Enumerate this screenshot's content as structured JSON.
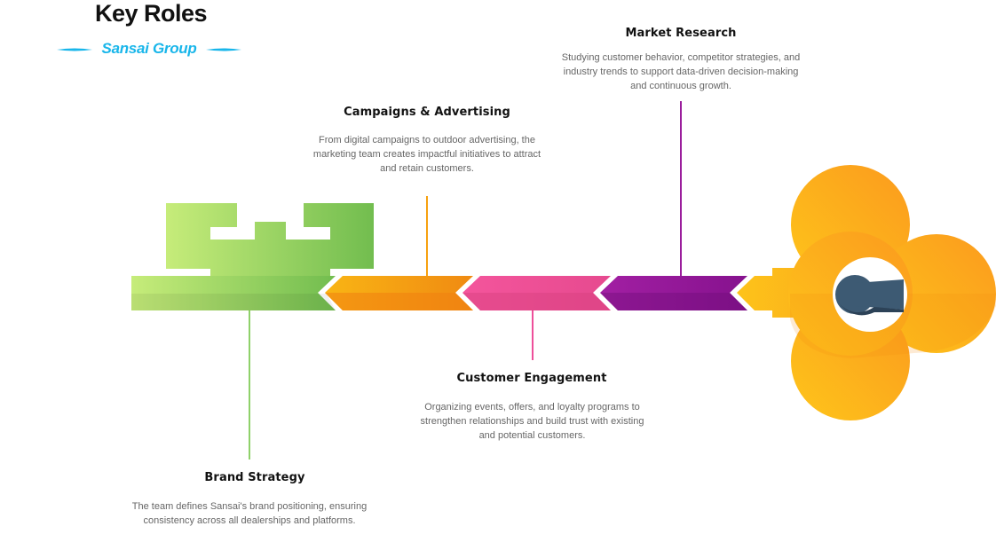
{
  "header": {
    "title": "Key Roles",
    "subtitle": "Sansai Group"
  },
  "roles": [
    {
      "title": "Brand Strategy",
      "description": "The team defines Sansai's brand positioning, ensuring consistency across all dealerships and platforms.",
      "color": "#8fd16a"
    },
    {
      "title": "Campaigns & Advertising",
      "description": "From digital campaigns to outdoor advertising, the marketing team creates impactful initiatives to attract and retain customers.",
      "color": "#f7a10f"
    },
    {
      "title": "Customer Engagement",
      "description": "Organizing events, offers, and loyalty programs to strengthen relationships and build trust with existing and potential customers.",
      "color": "#ee4f9a"
    },
    {
      "title": "Market Research",
      "description": "Studying customer behavior, competitor strategies, and industry trends to support data-driven decision-making and continuous growth.",
      "color": "#9a1d9c"
    }
  ],
  "accent_color": "#19b6ea",
  "key_head_color": "#fdb428",
  "keyhole_color": "#3d5a73"
}
